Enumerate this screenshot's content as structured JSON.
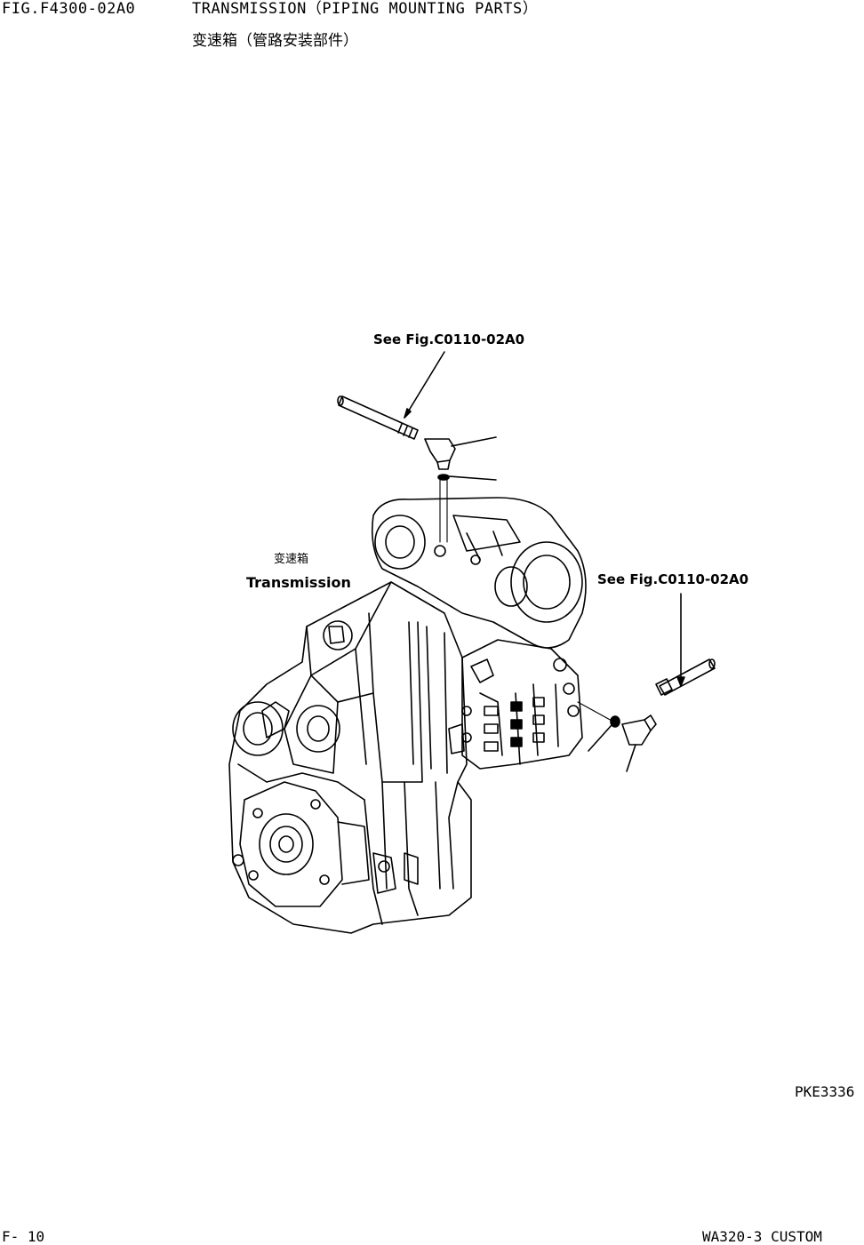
{
  "header": {
    "fig_number": "FIG.F4300-02A0",
    "title_en": "TRANSMISSION（PIPING MOUNTING PARTS）",
    "title_cn": "变速箱（管路安装部件）"
  },
  "drawing": {
    "ref_top": "See Fig.C0110-02A0",
    "ref_right": "See Fig.C0110-02A0",
    "part_label_cn": "变速箱",
    "part_label_en": "Transmission",
    "drawing_code": "PKE3336"
  },
  "footer": {
    "page": "F- 10",
    "model": "WA320-3  CUSTOM"
  }
}
